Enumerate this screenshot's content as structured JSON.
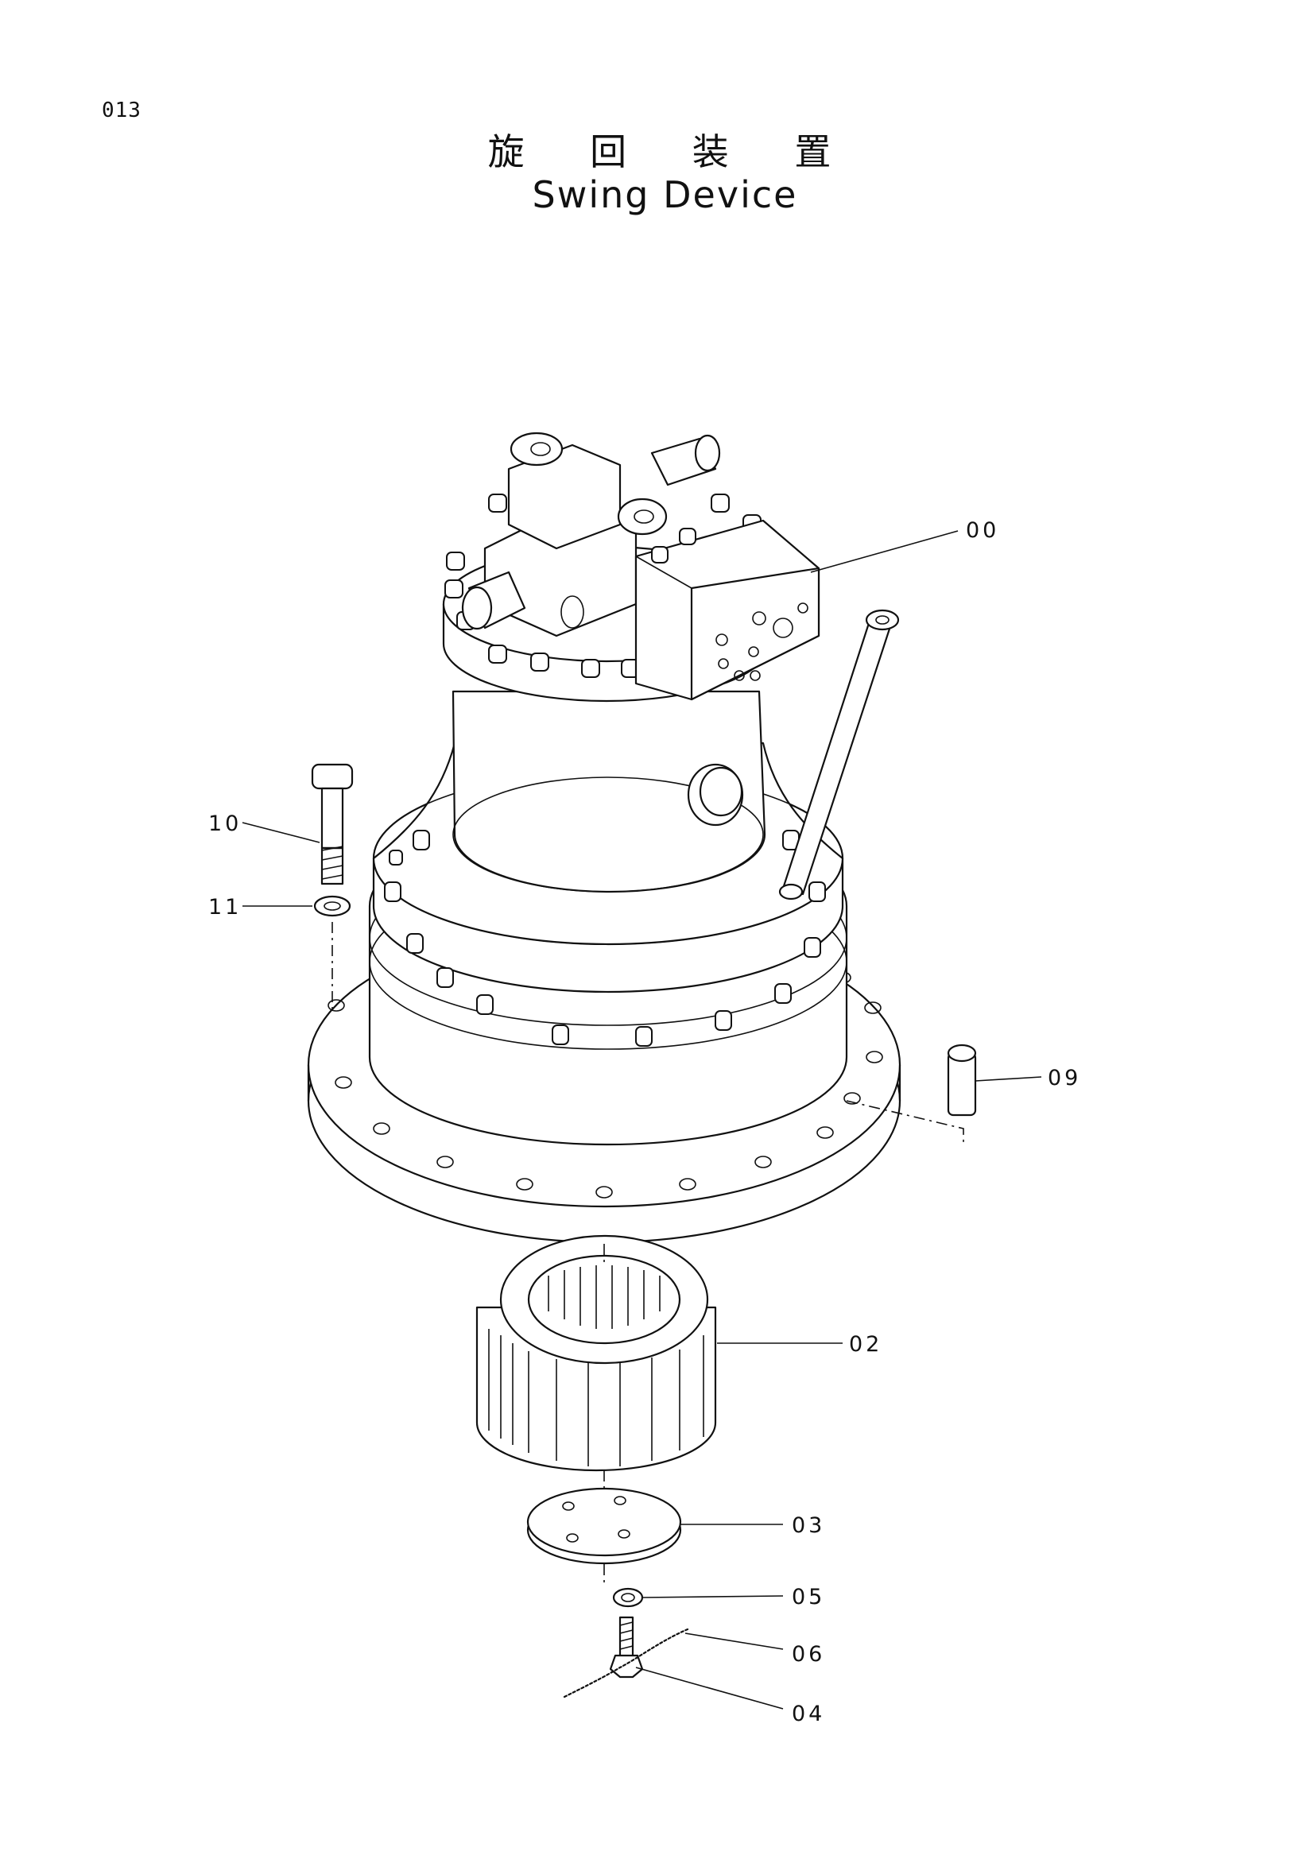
{
  "header": {
    "page_number": "013",
    "title_japanese": "旋 回 装 置",
    "title_english": "Swing Device"
  },
  "callouts": [
    {
      "id": "00",
      "label": "00"
    },
    {
      "id": "10",
      "label": "10"
    },
    {
      "id": "11",
      "label": "11"
    },
    {
      "id": "09",
      "label": "09"
    },
    {
      "id": "02",
      "label": "02"
    },
    {
      "id": "03",
      "label": "03"
    },
    {
      "id": "05",
      "label": "05"
    },
    {
      "id": "06",
      "label": "06"
    },
    {
      "id": "04",
      "label": "04"
    }
  ]
}
